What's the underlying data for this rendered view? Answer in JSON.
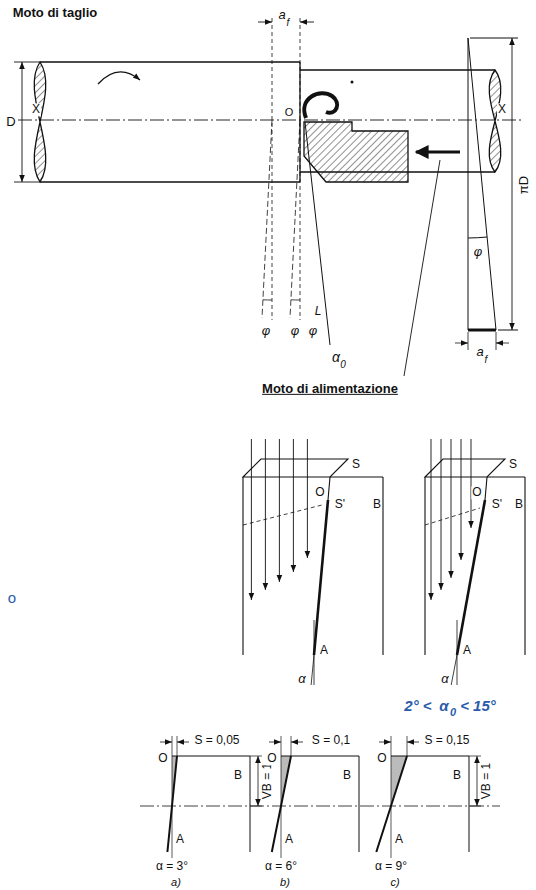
{
  "diagram": {
    "labels": [
      "Moto di taglio",
      "a",
      "f",
      "D",
      "X",
      "X",
      "O",
      "φ",
      "φ",
      "φ",
      "L",
      "α",
      "0",
      "πD",
      "φ",
      "a",
      "f",
      "Moto di alimentazione",
      "S",
      "O",
      "S'",
      "B",
      "A",
      "α",
      "S",
      "O",
      "S'",
      "B",
      "A",
      "α",
      "o",
      "2° <",
      "α",
      "0",
      "< 15°",
      "S = 0,05",
      "O",
      "B",
      "VB = 1",
      "A",
      "α = 3°",
      "a)",
      "S = 0,1",
      "O",
      "B",
      "A",
      "α = 6°",
      "b)",
      "S = 0,15",
      "O",
      "B",
      "VB = 1",
      "A",
      "α = 9°",
      "c)"
    ]
  }
}
